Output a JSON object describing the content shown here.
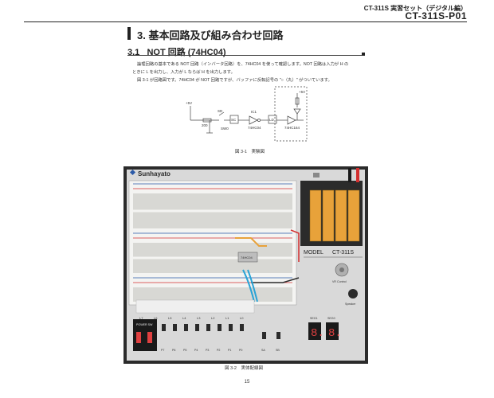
{
  "header": {
    "series": "CT-311S 実習セット（デジタル編）",
    "model": "CT-311S-P01"
  },
  "section": {
    "number": "3.",
    "title": "基本回路及び組み合わせ回路"
  },
  "subsection": {
    "number": "3.1",
    "title": "NOT 回路 (74HC04)"
  },
  "paragraphs": [
    "論理回路の基本である NOT 回路（インバータ回路）を、74HC04 を使って確認します。NOT 回路は入力が H の",
    "ときに L を出力し、入力が L ならば H を出力します。",
    "図 3-1 が回路図です。74HC04 が NOT 回路ですが、バッファに反転記号の \"○（丸）\" がついています。"
  ],
  "schematic": {
    "labels": [
      "+5V",
      "SD",
      "SW0",
      "200",
      "IC1",
      "74HC04",
      "SC",
      "LD",
      "74HC164",
      "+5V"
    ]
  },
  "figure1_caption": "図 3-1　実験図",
  "board": {
    "brand": "Sunhayato",
    "power_label": "POWER SW",
    "model_label": "MODEL",
    "model_name": "CT-311S",
    "chip_label": "74HC04",
    "vr_label": "VR Control",
    "speaker_label": "Speaker",
    "row_labels": [
      "L7",
      "L6",
      "L5",
      "L4",
      "L3",
      "L2",
      "L1",
      "L0"
    ],
    "switch_labels": [
      "P7",
      "P6",
      "P5",
      "P4",
      "P3",
      "P2",
      "P1",
      "P0",
      "SA",
      "SB"
    ],
    "seg_labels": [
      "SEG1",
      "SEG0"
    ],
    "seg_values": [
      "8.",
      "8."
    ]
  },
  "figure2_caption": "図 3-2　実体配線図",
  "page_number": "15"
}
